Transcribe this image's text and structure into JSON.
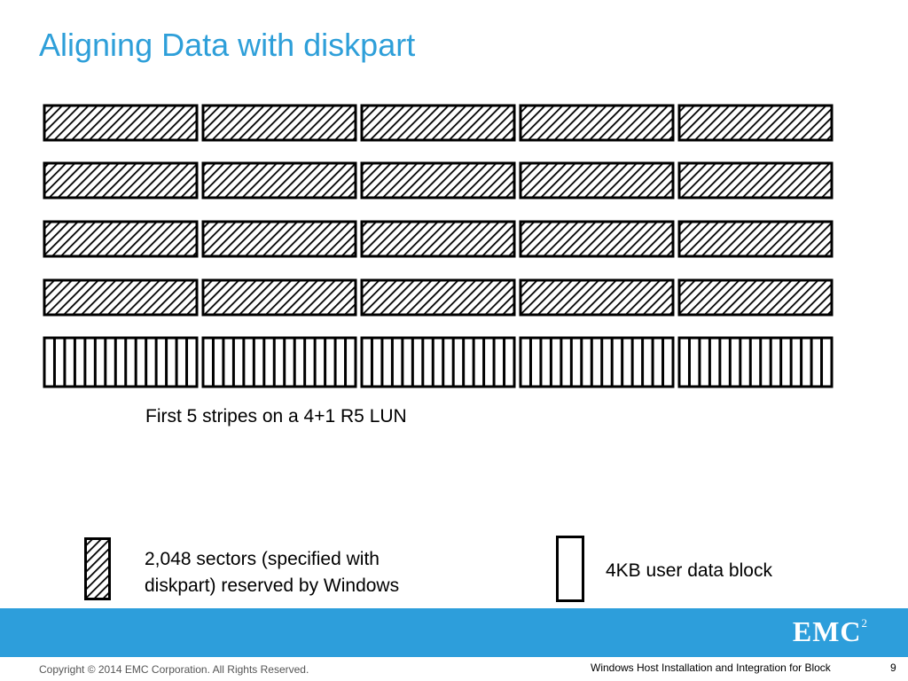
{
  "slide": {
    "title": "Aligning Data with diskpart",
    "caption": "First 5 stripes on a 4+1 R5 LUN"
  },
  "diagram": {
    "stripes": 5,
    "blocks_per_stripe": 5,
    "stripe_patterns": [
      "reserved",
      "reserved",
      "reserved",
      "reserved",
      "user-data"
    ]
  },
  "legend": {
    "reserved_label_line1": "2,048 sectors (specified with",
    "reserved_label_line2": "diskpart) reserved by Windows",
    "user_label": "4KB user data block"
  },
  "footer": {
    "logo_text": "EMC",
    "logo_sup": "2",
    "copyright": "Copyright © 2014 EMC Corporation. All Rights Reserved.",
    "course": "Windows Host Installation and Integration for Block",
    "page": "9"
  },
  "colors": {
    "title": "#2e9fd9",
    "band": "#2d9edb"
  }
}
